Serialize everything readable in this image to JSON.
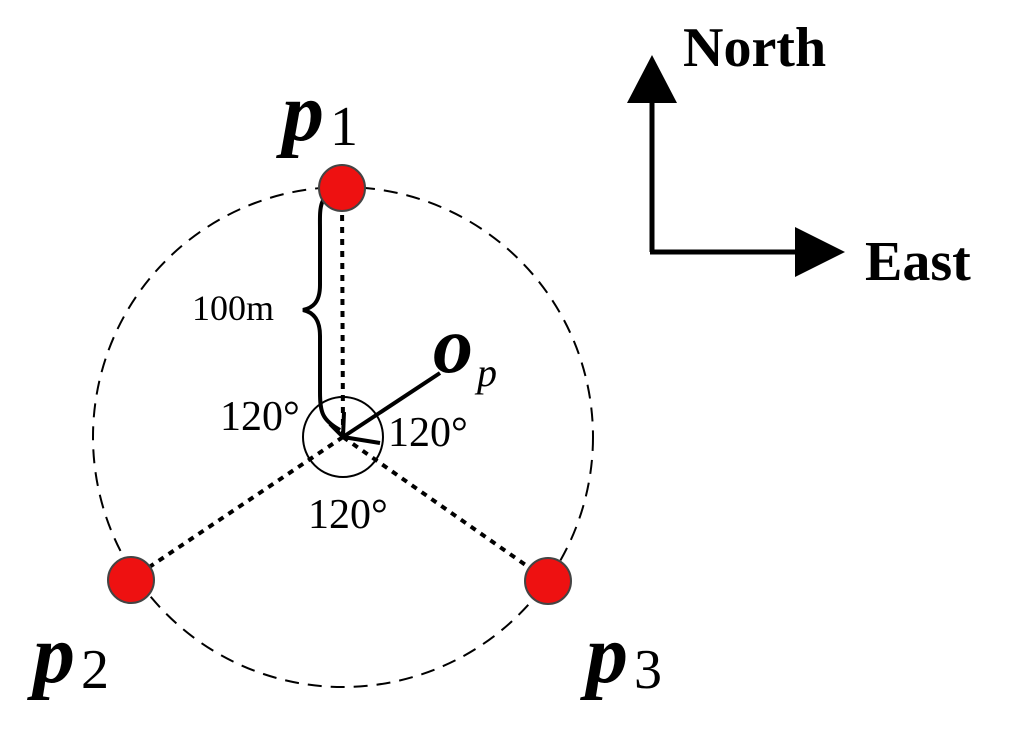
{
  "points": {
    "p1": {
      "main": "p",
      "sub": "1"
    },
    "p2": {
      "main": "p",
      "sub": "2"
    },
    "p3": {
      "main": "p",
      "sub": "3"
    }
  },
  "center": {
    "main": "o",
    "sub": "p"
  },
  "distance_label": "100m",
  "angles": [
    "120°",
    "120°",
    "120°"
  ],
  "compass": {
    "north": "North",
    "east": "East"
  },
  "colors": {
    "point_fill": "#ee1111",
    "line": "#000000"
  }
}
